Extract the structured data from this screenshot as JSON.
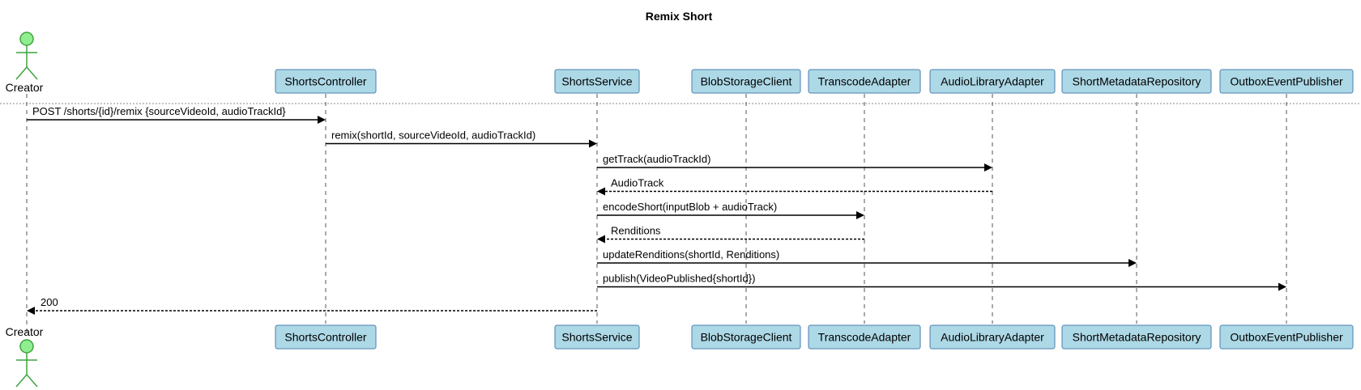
{
  "title": "Remix Short",
  "colors": {
    "participant_fill": "#ADD8E6",
    "participant_stroke": "#4A7FB0",
    "actor_fill": "#90EE90",
    "actor_stroke": "#3FA33F",
    "lifeline": "#555555",
    "arrow": "#000000"
  },
  "actor": {
    "name": "Creator"
  },
  "participants": [
    {
      "id": "controller",
      "name": "ShortsController"
    },
    {
      "id": "service",
      "name": "ShortsService"
    },
    {
      "id": "blob",
      "name": "BlobStorageClient"
    },
    {
      "id": "transcode",
      "name": "TranscodeAdapter"
    },
    {
      "id": "audio",
      "name": "AudioLibraryAdapter"
    },
    {
      "id": "repo",
      "name": "ShortMetadataRepository"
    },
    {
      "id": "outbox",
      "name": "OutboxEventPublisher"
    }
  ],
  "messages": [
    {
      "from": "actor",
      "to": "controller",
      "label": "POST /shorts/{id}/remix {sourceVideoId, audioTrackId}",
      "style": "solid"
    },
    {
      "from": "controller",
      "to": "service",
      "label": "remix(shortId, sourceVideoId, audioTrackId)",
      "style": "solid"
    },
    {
      "from": "service",
      "to": "audio",
      "label": "getTrack(audioTrackId)",
      "style": "solid"
    },
    {
      "from": "audio",
      "to": "service",
      "label": "AudioTrack",
      "style": "dashed"
    },
    {
      "from": "service",
      "to": "transcode",
      "label": "encodeShort(inputBlob + audioTrack)",
      "style": "solid"
    },
    {
      "from": "transcode",
      "to": "service",
      "label": "Renditions",
      "style": "dashed"
    },
    {
      "from": "service",
      "to": "repo",
      "label": "updateRenditions(shortId, Renditions)",
      "style": "solid"
    },
    {
      "from": "service",
      "to": "outbox",
      "label": "publish(VideoPublished{shortId})",
      "style": "solid"
    },
    {
      "from": "service",
      "to": "actor",
      "label": "200",
      "style": "dashed"
    }
  ]
}
